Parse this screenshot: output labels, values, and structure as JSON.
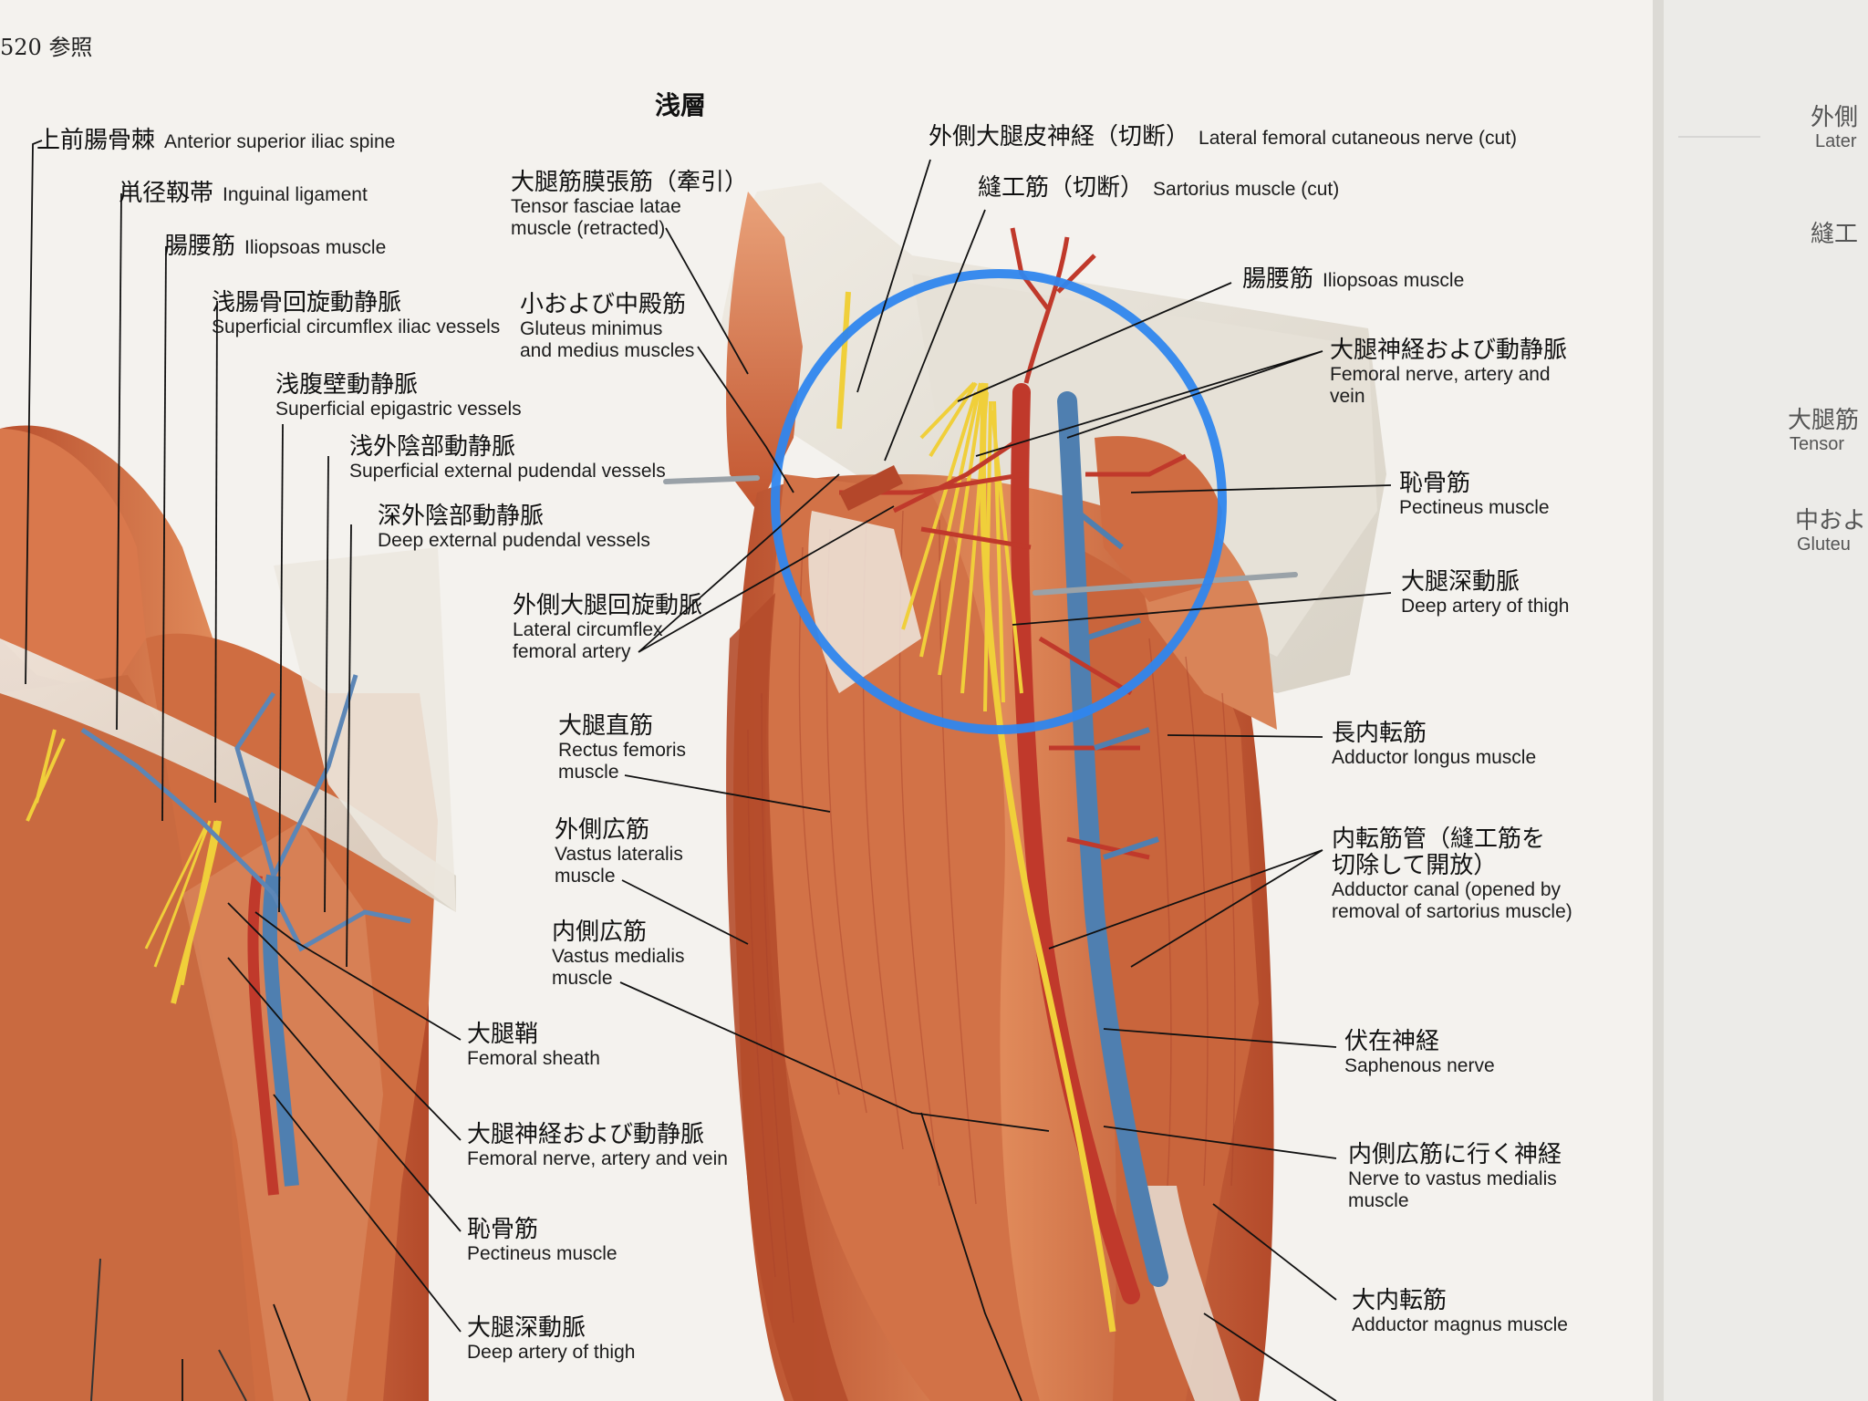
{
  "page_ref": "520 参照",
  "title": "浅層",
  "labels": {
    "asis": {
      "jp": "上前腸骨棘",
      "en": "Anterior superior iliac spine"
    },
    "inguinal": {
      "jp": "鼡径靱帯",
      "en": "Inguinal ligament"
    },
    "iliopsoas_l": {
      "jp": "腸腰筋",
      "en": "Iliopsoas muscle"
    },
    "sup_circ_iliac": {
      "jp": "浅腸骨回旋動静脈",
      "en": "Superficial circumflex iliac vessels"
    },
    "sup_epigastric": {
      "jp": "浅腹壁動静脈",
      "en": "Superficial epigastric vessels"
    },
    "sup_ext_pudendal": {
      "jp": "浅外陰部動静脈",
      "en": "Superficial external pudendal vessels"
    },
    "deep_ext_pudendal": {
      "jp": "深外陰部動静脈",
      "en": "Deep external pudendal vessels"
    },
    "tfl": {
      "jp": "大腿筋膜張筋（牽引）",
      "en1": "Tensor fasciae latae",
      "en2": "muscle (retracted)"
    },
    "glut": {
      "jp": "小および中殿筋",
      "en1": "Gluteus minimus",
      "en2": "and medius muscles"
    },
    "lat_circ": {
      "jp": "外側大腿回旋動脈",
      "en1": "Lateral circumflex",
      "en2": "femoral artery"
    },
    "rectus": {
      "jp": "大腿直筋",
      "en1": "Rectus femoris",
      "en2": "muscle"
    },
    "vast_lat": {
      "jp": "外側広筋",
      "en1": "Vastus lateralis",
      "en2": "muscle"
    },
    "vast_med": {
      "jp": "内側広筋",
      "en1": "Vastus medialis",
      "en2": "muscle"
    },
    "fem_sheath": {
      "jp": "大腿鞘",
      "en": "Femoral sheath"
    },
    "fem_nav_l": {
      "jp": "大腿神経および動静脈",
      "en": "Femoral nerve, artery and vein"
    },
    "pect_l": {
      "jp": "恥骨筋",
      "en": "Pectineus muscle"
    },
    "deep_art_l": {
      "jp": "大腿深動脈",
      "en": "Deep artery of thigh"
    },
    "lfcn": {
      "jp": "外側大腿皮神経（切断）",
      "en": "Lateral femoral cutaneous nerve (cut)"
    },
    "sartorius": {
      "jp": "縫工筋（切断）",
      "en": "Sartorius muscle (cut)"
    },
    "iliopsoas_r": {
      "jp": "腸腰筋",
      "en": "Iliopsoas muscle"
    },
    "fem_nav_r": {
      "jp": "大腿神経および動静脈",
      "en1": "Femoral nerve, artery and",
      "en2": "vein"
    },
    "pect_r": {
      "jp": "恥骨筋",
      "en": "Pectineus muscle"
    },
    "deep_art_r": {
      "jp": "大腿深動脈",
      "en": "Deep artery of  thigh"
    },
    "add_longus": {
      "jp": "長内転筋",
      "en": "Adductor longus muscle"
    },
    "add_canal": {
      "jp1": "内転筋管（縫工筋を",
      "jp2": "切除して開放）",
      "en1": "Adductor canal (opened by",
      "en2": "removal of sartorius muscle)"
    },
    "saphenous": {
      "jp": "伏在神経",
      "en": "Saphenous nerve"
    },
    "n_vast_med": {
      "jp": "内側広筋に行く神経",
      "en1": "Nerve to vastus medialis",
      "en2": "muscle"
    },
    "add_magnus": {
      "jp": "大内転筋",
      "en": "Adductor magnus muscle"
    }
  },
  "right_page_fragments": [
    "外側",
    "Later",
    "縫工",
    "大腿筋",
    "Tensor",
    "中およ",
    "Gluteu"
  ],
  "colors": {
    "muscle": "#c8603a",
    "artery": "#c0392b",
    "vein": "#4f7fb0",
    "nerve": "#f0cf3a",
    "highlight_circle": "#2f86ee"
  }
}
